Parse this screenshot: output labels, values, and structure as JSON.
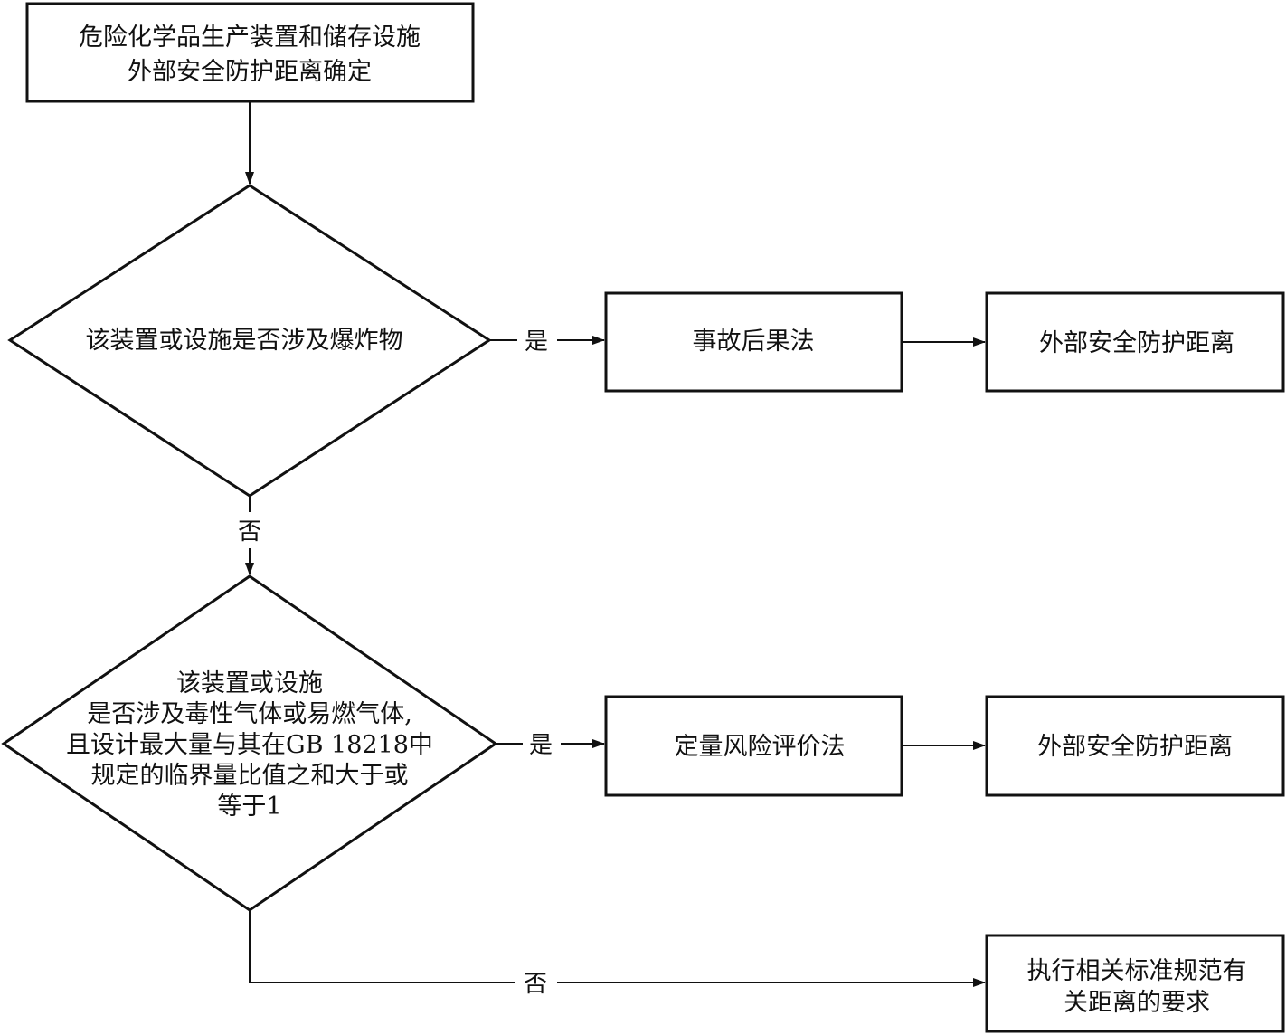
{
  "start": {
    "lines": [
      "危险化学品生产装置和储存设施",
      "外部安全防护距离确定"
    ]
  },
  "decision1": {
    "lines": [
      "该装置或设施是否涉及爆炸物"
    ],
    "yes_label": "是",
    "no_label": "否"
  },
  "box_consequence": {
    "lines": [
      "事故后果法"
    ]
  },
  "box_result1": {
    "lines": [
      "外部安全防护距离"
    ]
  },
  "decision2": {
    "lines": [
      "该装置或设施",
      "是否涉及毒性气体或易燃气体,",
      "且设计最大量与其在GB 18218中",
      "规定的临界量比值之和大于或",
      "等于1"
    ],
    "yes_label": "是",
    "no_label": "否"
  },
  "box_qra": {
    "lines": [
      "定量风险评价法"
    ]
  },
  "box_result2": {
    "lines": [
      "外部安全防护距离"
    ]
  },
  "box_standard": {
    "lines": [
      "执行相关标准规范有",
      "关距离的要求"
    ]
  },
  "colors": {
    "stroke": "#111111",
    "background": "#ffffff"
  }
}
